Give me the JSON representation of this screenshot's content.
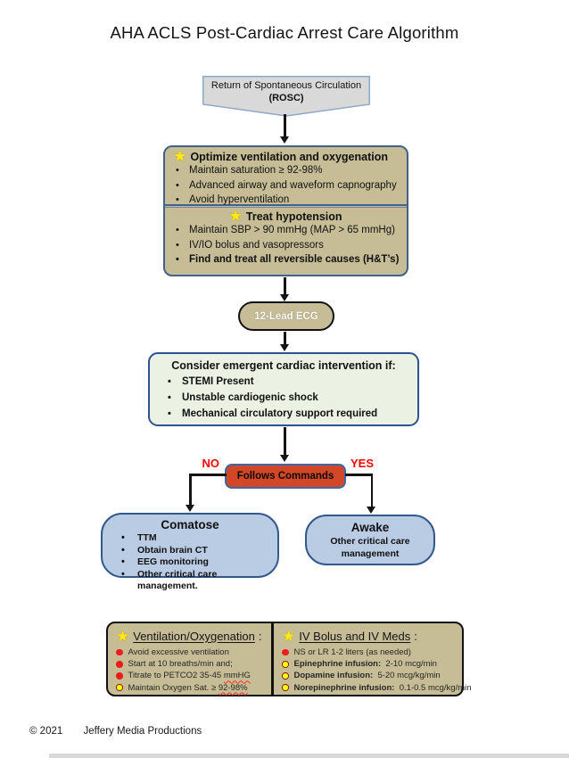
{
  "title": "AHA ACLS Post-Cardiac Arrest Care Algorithm",
  "rosc": {
    "line1": "Return of Spontaneous Circulation",
    "line2": "(ROSC)"
  },
  "optimize": {
    "header": "Optimize ventilation and oxygenation",
    "bullets": [
      "Maintain saturation ≥ 92-98%",
      "Advanced airway and waveform capnography",
      "Avoid hyperventilation"
    ]
  },
  "hypotension": {
    "header": "Treat hypotension",
    "bullets": [
      "Maintain SBP > 90 mmHg (MAP > 65 mmHg)",
      "IV/IO bolus and vasopressors"
    ],
    "bold_bullet": "Find and treat all reversible causes (H&T’s)"
  },
  "ecg_label": "12-Lead ECG",
  "intervention": {
    "header": "Consider emergent cardiac intervention if:",
    "bullets": [
      "STEMI Present",
      "Unstable cardiogenic shock",
      "Mechanical circulatory support required"
    ]
  },
  "decision": {
    "label": "Follows Commands",
    "no_label": "NO",
    "yes_label": "YES"
  },
  "comatose": {
    "title": "Comatose",
    "bullets": [
      "TTM",
      "Obtain brain CT",
      "EEG monitoring",
      "Other critical care management."
    ]
  },
  "awake": {
    "title": "Awake",
    "line1": "Other critical care",
    "line2": "management"
  },
  "legend": {
    "left": {
      "header": "Ventilation/Oxygenation",
      "colon": ":",
      "items": [
        {
          "dot": "red",
          "text": "Avoid excessive ventilation"
        },
        {
          "dot": "red",
          "text": "Start at 10 breaths/min and;"
        },
        {
          "dot": "red",
          "text": "Titrate to PETCO2 35-45 ",
          "misspelled": "mmHG"
        },
        {
          "dot": "yellow",
          "text": "Maintain Oxygen Sat. ≥ ",
          "misspelled": "92-98%"
        }
      ]
    },
    "right": {
      "header": "IV Bolus and IV Meds",
      "colon": ":",
      "items": [
        {
          "dot": "red",
          "bold": "",
          "text": "NS or LR 1-2 liters (as needed)"
        },
        {
          "dot": "yellow",
          "bold": "Epinephrine infusion:",
          "text": "  2-10 mcg/min"
        },
        {
          "dot": "yellow",
          "bold": "Dopamine infusion:",
          "text": "  5-20 mcg/kg/min"
        },
        {
          "dot": "yellow",
          "bold": "Norepinephrine infusion:",
          "text": "  0.1-0.5 mcg/kg/min"
        }
      ]
    }
  },
  "footer": {
    "copyright": "© 2021",
    "credit": "Jeffery Media Productions"
  },
  "colors": {
    "tan": "#c6bd96",
    "box_border_blue": "#44618c",
    "green_fill": "#ebf1e3",
    "green_border": "#2d5291",
    "red_fill": "#d14727",
    "red_border": "#3c69a6",
    "blue_fill": "#b9cce4",
    "blue_border": "#33598c",
    "label_red": "#fe0000",
    "gray_fill": "#d9d9d9",
    "gray_border": "#8fa9c9"
  }
}
